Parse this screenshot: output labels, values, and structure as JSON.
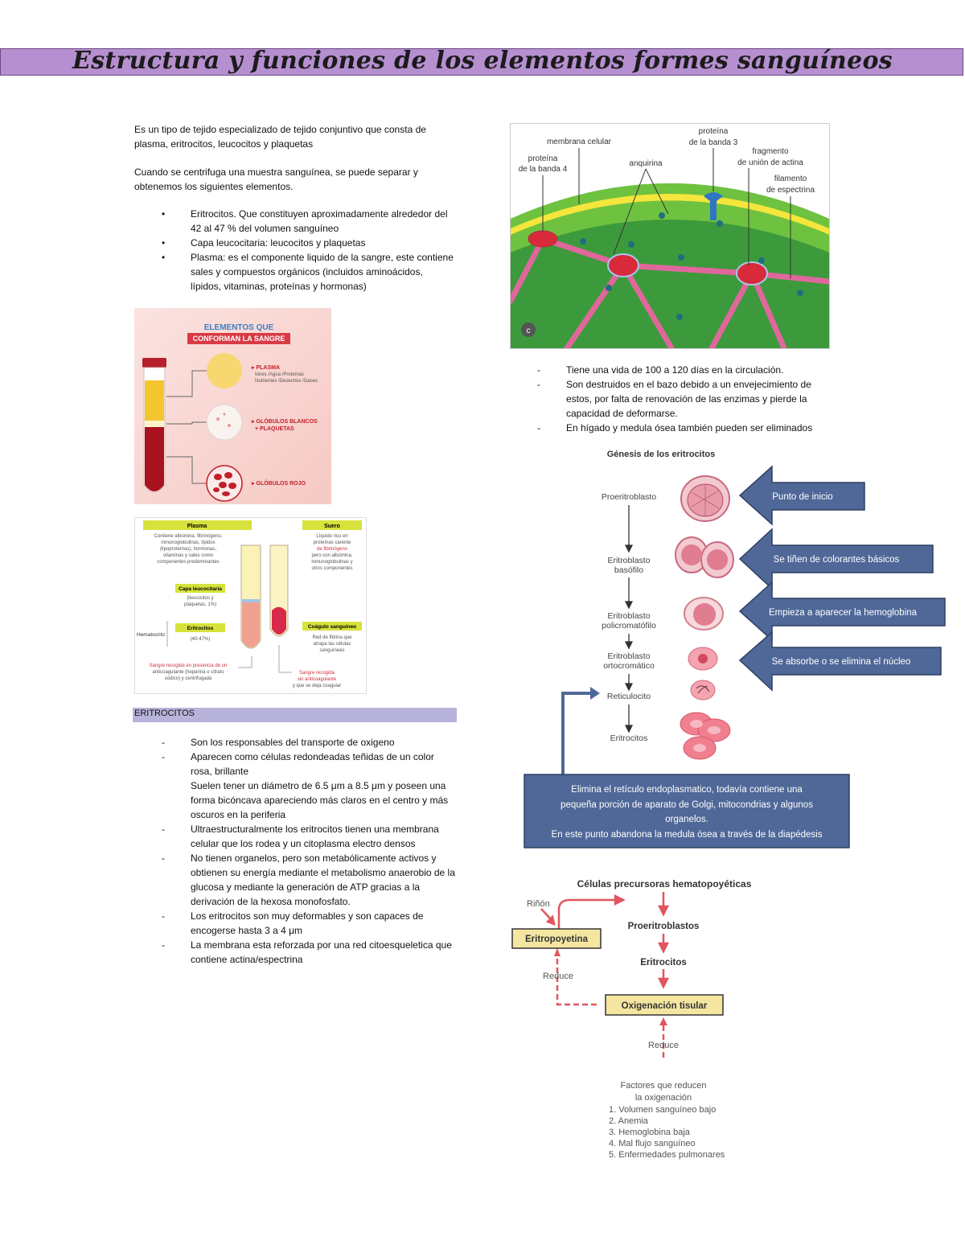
{
  "title": "Estructura y funciones de los elementos formes sanguíneos",
  "intro": {
    "p1": "Es un tipo de tejido especializado de tejido conjuntivo que consta de plasma, eritrocitos, leucocitos y plaquetas",
    "p2": "Cuando se centrifuga una muestra sanguínea, se puede separar y obtenemos los siguientes elementos.",
    "bullets": [
      "Eritrocitos. Que constituyen aproximadamente alrededor del 42 al 47 % del volumen sanguíneo",
      "Capa leucocitaria: leucocitos y plaquetas",
      "Plasma: es el componente liquido de la sangre, este contiene sales y compuestos orgánicos (incluidos aminoácidos, lípidos, vitaminas, proteínas y hormonas)"
    ]
  },
  "elements_img": {
    "header1": "ELEMENTOS QUE",
    "header2": "CONFORMAN LA SANGRE",
    "plasma": "PLASMA",
    "plasma_sub1": "Iones /Agua /Proteínas",
    "plasma_sub2": "Nutrientes /Desechos /Gases",
    "white1": "GLÓBULOS BLANCOS",
    "white2": "+ PLAQUETAS",
    "red": "GLÓBULOS ROJO"
  },
  "tube_img": {
    "plasma_head": "Plasma",
    "plasma_text": [
      "Contiene albúmina, fibrinógeno,",
      "inmunoglobulinas, lípidos",
      "(lipoproteínas), hormonas,",
      "vitaminas y sales como",
      "componentes predominantes"
    ],
    "suero_head": "Suero",
    "suero_text": [
      "Líquido rico en",
      "proteínas carente",
      "de fibrinógeno",
      "pero con albúmina,",
      "inmunoglobulinas y",
      "otros componentes"
    ],
    "capa_head": "Capa leucocitaria",
    "capa_text": [
      "(leucocitos y",
      "plaquetas, 1%)"
    ],
    "hematocrito": "Hematocrito",
    "eritro_head": "Eritrocitos",
    "eritro_text": "(40-47%)",
    "coagulo_head": "Coágulo sanguíneo",
    "coagulo_text": [
      "Red de fibrina que",
      "atrapa las células",
      "sanguíneas"
    ],
    "left_note": [
      "Sangre recogida en presencia de un",
      "anticoagulante (heparina o citrato",
      "sódico) y centrifugada"
    ],
    "right_note": [
      "Sangre recogida",
      "sin anticoagulante",
      "y que se deja coagular"
    ]
  },
  "eritrocitos": {
    "label": "ERITROCITOS",
    "marker": "-",
    "items": [
      [
        "Son los responsables del transporte de oxigeno"
      ],
      [
        "Aparecen como células redondeadas teñidas de un color rosa, brillante",
        "Suelen tener un diámetro de 6.5 μm a 8.5 μm y poseen una forma bicóncava apareciendo más claros en el centro y más oscuros en la periferia"
      ],
      [
        "Ultraestructuralmente los eritrocitos tienen una membrana celular que los rodea y un citoplasma electro densos"
      ],
      [
        "No tienen organelos, pero son metabólicamente activos y obtienen su energía mediante el metabolismo anaerobio de la glucosa y mediante la generación de ATP gracias a la derivación de la hexosa monofosfato."
      ],
      [
        "Los eritrocitos son muy deformables y son capaces de encogerse hasta 3 a 4 μm"
      ],
      [
        "La membrana esta reforzada por una red citoesqueletica que contiene actina/espectrina"
      ]
    ]
  },
  "membrane_img": {
    "membrana": "membrana celular",
    "proteina4a": "proteína",
    "proteina4b": "de la banda 4",
    "anquirina": "anquirina",
    "proteina3a": "proteína",
    "proteina3b": "de la banda 3",
    "fragmento1": "fragmento",
    "fragmento2": "de unión de actina",
    "filamento1": "filamento",
    "filamento2": "de espectrina",
    "corner": "c"
  },
  "vida": {
    "marker": "-",
    "items": [
      "Tiene una vida de 100 a 120 días en la circulación.",
      "Son destruidos en el bazo debido a un envejecimiento de estos, por falta de renovación de las enzimas y pierde la capacidad de deformarse.",
      "En hígado y medula ósea también pueden ser eliminados"
    ]
  },
  "genesis": {
    "title": "Génesis de los eritrocitos",
    "stages": [
      [
        "Proeritroblasto"
      ],
      [
        "Eritroblasto",
        "basófilo"
      ],
      [
        "Eritroblasto",
        "policromatófilo"
      ],
      [
        "Eritroblasto",
        "ortocromático"
      ],
      [
        "Reticulocito"
      ],
      [
        "Eritrocitos"
      ]
    ],
    "notes": [
      "Punto de inicio",
      "Se tiñen de colorantes básicos",
      "Empieza a aparecer la hemoglobina",
      "Se absorbe o se elimina el núcleo"
    ],
    "reticulo_box": [
      "Elimina el retículo endoplasmatico, todavía contiene una",
      "pequeña porción de aparato de Golgi, mitocondrias y algunos",
      "organelos.",
      "En este punto abandona la medula ósea a través de la diapédesis"
    ],
    "colors": {
      "arrow_fill": "#4f6898",
      "arrow_border": "#2f3f60"
    }
  },
  "epo": {
    "title": "Células precursoras hematopoyéticas",
    "rinon": "Riñón",
    "eritropoyetina": "Eritropoyetina",
    "proeritroblastos": "Proeritroblastos",
    "eritrocitos": "Eritrocitos",
    "reduce1": "Reduce",
    "oxigenacion": "Oxigenación tisular",
    "reduce2": "Reduce",
    "factores_title": [
      "Factores que reducen",
      "la oxigenación"
    ],
    "factores": [
      "1. Volumen sanguíneo bajo",
      "2. Anemia",
      "3. Hemoglobina baja",
      "4. Mal flujo sanguíneo",
      "5. Enfermedades pulmonares"
    ],
    "colors": {
      "arrow": "#e2555e",
      "box": "#f4e6a0"
    }
  }
}
